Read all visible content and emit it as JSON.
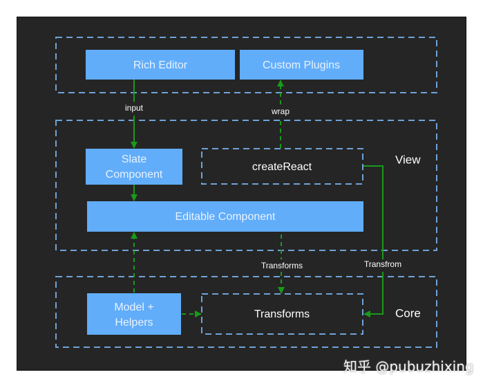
{
  "colors": {
    "background": "#252525",
    "node_fill": "#61adfa",
    "node_text": "#e8f2ff",
    "dash_border": "#6fa3d8",
    "edge": "#1a9a1a",
    "text": "#ffffff"
  },
  "layers": [
    {
      "id": "app",
      "label": ""
    },
    {
      "id": "view",
      "label": "View"
    },
    {
      "id": "core",
      "label": "Core"
    }
  ],
  "nodes": [
    {
      "id": "rich-editor",
      "label": [
        "Rich Editor"
      ],
      "style": "filled",
      "layer": "app"
    },
    {
      "id": "custom-plugins",
      "label": [
        "Custom Plugins"
      ],
      "style": "filled",
      "layer": "app"
    },
    {
      "id": "slate-component",
      "label": [
        "Slate",
        "Component"
      ],
      "style": "filled",
      "layer": "view"
    },
    {
      "id": "create-react",
      "label": [
        "createReact"
      ],
      "style": "dashed",
      "layer": "view"
    },
    {
      "id": "editable-component",
      "label": [
        "Editable Component"
      ],
      "style": "filled",
      "layer": "view"
    },
    {
      "id": "model-helpers",
      "label": [
        "Model +",
        "Helpers"
      ],
      "style": "filled",
      "layer": "core"
    },
    {
      "id": "transforms",
      "label": [
        "Transforms"
      ],
      "style": "dashed",
      "layer": "core"
    }
  ],
  "edges": [
    {
      "from": "rich-editor",
      "to": "slate-component",
      "label": "input",
      "style": "solid"
    },
    {
      "from": "create-react",
      "to": "custom-plugins",
      "label": "wrap",
      "style": "dashed"
    },
    {
      "from": "slate-component",
      "to": "editable-component",
      "label": "",
      "style": "solid"
    },
    {
      "from": "model-helpers",
      "to": "editable-component",
      "label": "",
      "style": "dashed"
    },
    {
      "from": "editable-component",
      "to": "transforms",
      "label": "Transforms",
      "style": "dashed"
    },
    {
      "from": "create-react",
      "to": "transforms",
      "label": "Transfrom",
      "style": "solid"
    },
    {
      "from": "model-helpers",
      "to": "transforms",
      "label": "",
      "style": "dashed"
    }
  ],
  "watermark": "知乎 @pubuzhixing"
}
